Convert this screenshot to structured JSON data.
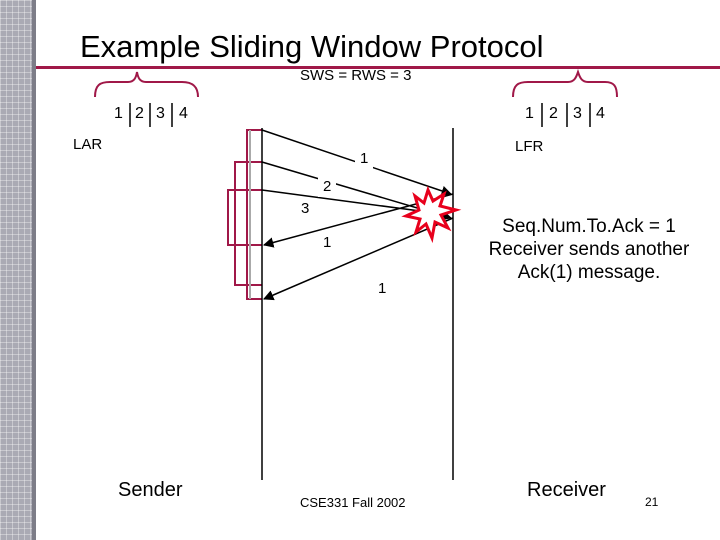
{
  "slide": {
    "title": "Example Sliding Window Protocol",
    "window_sizes": "SWS = RWS = 3",
    "sender_window": [
      "1",
      "2",
      "3",
      "4"
    ],
    "receiver_window": [
      "1",
      "2",
      "3",
      "4"
    ],
    "lar_label": "LAR",
    "lfr_label": "LFR",
    "frames": [
      {
        "label": "1"
      },
      {
        "label": "2"
      },
      {
        "label": "3"
      }
    ],
    "acks": [
      {
        "label": "1"
      },
      {
        "label": "1"
      }
    ],
    "note": "Seq.Num.To.Ack = 1 Receiver sends another Ack(1) message.",
    "sender_label": "Sender",
    "receiver_label": "Receiver",
    "footer": "CSE331 Fall 2002",
    "page_number": "21"
  },
  "colors": {
    "accent": "#a01848",
    "explosion": "#e8001c",
    "sidebar": "#aaaab4"
  }
}
